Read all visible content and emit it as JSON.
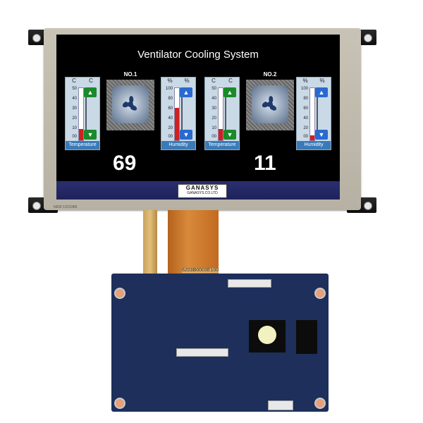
{
  "screen": {
    "title": "Ventilator Cooling System",
    "fans": [
      {
        "number_label": "NO.1",
        "value": "69",
        "temperature": {
          "units": [
            "C",
            "C"
          ],
          "label": "Temperature",
          "scale": [
            "50",
            "40",
            "30",
            "20",
            "10",
            "00"
          ],
          "fill_fraction": 0.22
        },
        "humidity": {
          "units": [
            "%",
            "%"
          ],
          "label": "Humidity",
          "scale": [
            "100",
            "80",
            "60",
            "40",
            "20",
            "00"
          ],
          "fill_fraction": 0.62
        }
      },
      {
        "number_label": "NO.2",
        "value": "11",
        "temperature": {
          "units": [
            "C",
            "C"
          ],
          "label": "Temperature",
          "scale": [
            "50",
            "40",
            "30",
            "20",
            "10",
            "00"
          ],
          "fill_fraction": 0.22
        },
        "humidity": {
          "units": [
            "%",
            "%"
          ],
          "label": "Humidity",
          "scale": [
            "100",
            "80",
            "60",
            "40",
            "20",
            "00"
          ],
          "fill_fraction": 0.1
        }
      }
    ],
    "logo": {
      "name": "GANASYS",
      "site": "GANASYS.CO.LTD"
    }
  },
  "hardware": {
    "flex_label": "6203B0003E100",
    "bezel_tag": "NEW 12C0386"
  },
  "colors": {
    "screen_bg": "#000000",
    "temperature_fill": "#d02020",
    "up_button": "#1a8a2a",
    "down_button": "#1a8a2a",
    "humidity_up_button": "#2a6ad0",
    "humidity_down_button": "#2a6ad0",
    "footer_bar": "#242a66"
  }
}
